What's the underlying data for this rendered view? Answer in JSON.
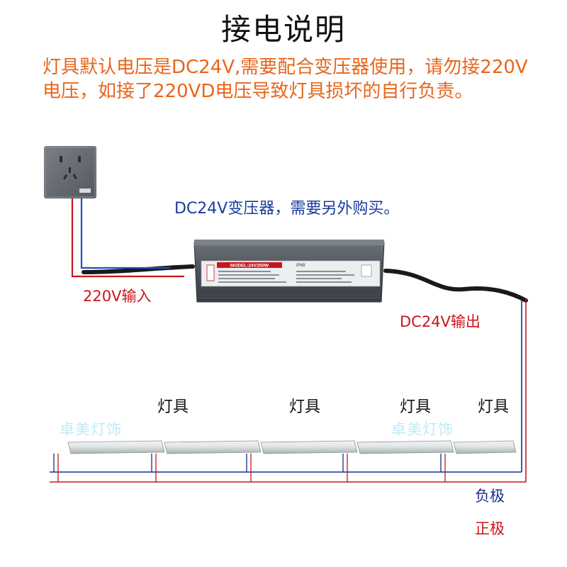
{
  "title": "接电说明",
  "warning": {
    "line1": "灯具默认电压是DC24V,需要配合变压器使用，请勿接220V",
    "line2": "电压，如接了220VD电压导致灯具损坏的自行负责。"
  },
  "transformer_note": "DC24V变压器，需要另外购买。",
  "power_supply": {
    "model": "MODEL:24V250W",
    "ip_rating": "IP68"
  },
  "input_label": "220V输入",
  "output_label": "DC24V输出",
  "fixtures": [
    {
      "label": "灯具"
    },
    {
      "label": "灯具"
    },
    {
      "label": "灯具"
    },
    {
      "label": "灯具"
    }
  ],
  "brand_watermark": "卓美灯饰",
  "polarity": {
    "negative": "负极",
    "positive": "正极"
  },
  "colors": {
    "title": "#111111",
    "warning": "#e8651b",
    "note": "#1a3c9e",
    "live_wire": "#c8161d",
    "neutral_wire": "#1f4fc4",
    "negative": "#1a2d8c",
    "positive": "#c8161d",
    "watermark": "#bfeaf6"
  }
}
